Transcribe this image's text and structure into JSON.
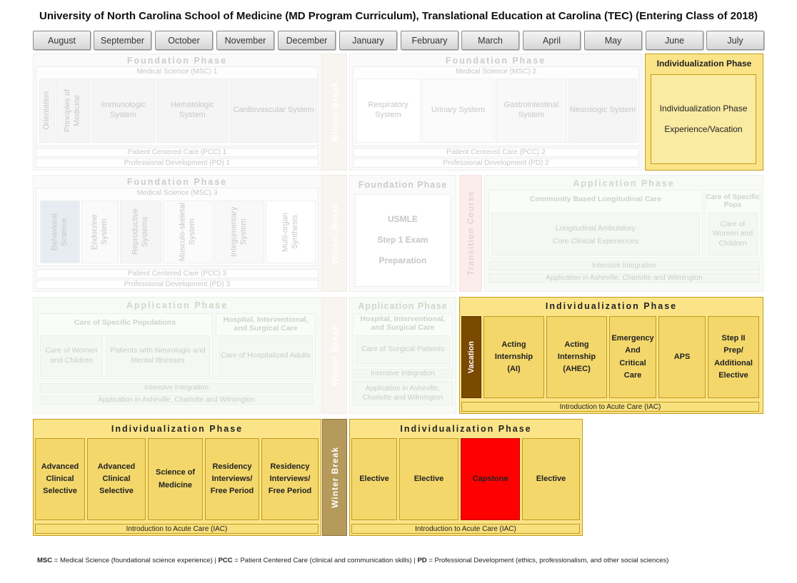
{
  "title": "University of North Carolina School of Medicine (MD Program Curriculum), Translational Education at Carolina (TEC) (Entering Class of 2018)",
  "months": [
    "August",
    "September",
    "October",
    "November",
    "December",
    "January",
    "February",
    "March",
    "April",
    "May",
    "June",
    "July"
  ],
  "row1": {
    "left": {
      "phase": "Foundation Phase",
      "msc": "Medical Science (MSC) 1",
      "blocks": [
        "Orientation",
        "Principles of Medicine",
        "Immunologic System",
        "Hematologic System",
        "Cardiovascular System"
      ],
      "pcc": "Patient Centered Care (PCC) 1",
      "pd": "Professional Development (PD) 1"
    },
    "break": "Winter Break",
    "right": {
      "phase": "Foundation Phase",
      "msc": "Medical Science (MSC) 2",
      "blocks": [
        "Respiratory System",
        "Urinary System",
        "Gastrointestinal System",
        "Neurologic System"
      ],
      "pcc": "Patient Centered Care (PCC) 2",
      "pd": "Professional Development (PD) 2"
    },
    "indiv": {
      "phase": "Individualization Phase",
      "line1": "Individualization Phase",
      "line2": "Experience/Vacation"
    }
  },
  "row2": {
    "left": {
      "phase": "Foundation Phase",
      "msc": "Medical Science (MSC) 3",
      "blocks": [
        "Behavioral Science",
        "Endocrine System",
        "Reproductive Systems",
        "Musculo-skeletal System",
        "Integumentary System",
        "Multi-organ Synthesis"
      ],
      "pcc": "Patient Centered Care (PCC) 3",
      "pd": "Professional Development (PD) 3"
    },
    "break": "Winter Break",
    "usmle": {
      "phase": "Foundation Phase",
      "l1": "USMLE",
      "l2": "Step 1 Exam",
      "l3": "Preparation"
    },
    "transition": "Transition Course",
    "app": {
      "phase": "Application Phase",
      "clc": "Community Based Longitudinal Care",
      "lac1": "Longitudinal Ambulatory",
      "lac2": "Core Clinical Experiences",
      "intensive": "Intensive Integration",
      "asheville": "Application in Asheville, Charlotte and Wilmington",
      "cosp_h": "Care of Specific Pops",
      "cosp_b": "Care of Women and Children"
    }
  },
  "row3": {
    "left": {
      "phase": "Application Phase",
      "cosp": "Care of Specific Populations",
      "women": "Care of Women and Children",
      "neuro": "Patients with Neurologic and Mental Illnesses",
      "hisc": "Hospital, Interventional, and Surgical Care",
      "adults": "Care of Hospitalized Adults",
      "intensive": "Intensive Integration",
      "asheville": "Application in Asheville, Charlotte and Wilmington"
    },
    "break": "Winter Break",
    "mid": {
      "phase": "Application Phase",
      "hisc": "Hospital, Interventional, and Surgical Care",
      "surg": "Care of Surgical Patients",
      "intensive": "Intensive Integration",
      "asheville": "Application in Asheville, Charlotte and Wilmington"
    },
    "indiv": {
      "phase": "Individualization Phase",
      "vacation": "Vacation",
      "blocks": [
        "Acting Internship (AI)",
        "Acting Internship (AHEC)",
        "Emergency And Critical Care",
        "APS",
        "Step II Prep/ Additional Elective"
      ],
      "iac": "Introduction to Acute Care (IAC)"
    }
  },
  "row4": {
    "left": {
      "phase": "Individualization Phase",
      "blocks": [
        "Advanced Clinical Selective",
        "Advanced Clinical Selective",
        "Science of Medicine",
        "Residency Interviews/ Free Period",
        "Residency Interviews/ Free Period"
      ],
      "iac": "Introduction to Acute Care (IAC)"
    },
    "break": "Winter Break",
    "right": {
      "phase": "Individualization Phase",
      "blocks": [
        "Elective",
        "Elective",
        "Capstone",
        "Elective"
      ],
      "iac": "Introduction to Acute Care (IAC)"
    }
  },
  "legend": {
    "msc_abbr": "MSC",
    "msc_def": "= Medical Science (foundational science experience)",
    "sep1": "|",
    "pcc_abbr": "PCC",
    "pcc_def": "= Patient Centered Care (clinical and communication skills)",
    "sep2": "|",
    "pd_abbr": "PD",
    "pd_def": "= Professional Development (ethics, professionalism, and other social sciences)"
  },
  "colors": {
    "individualization_fill": "#fbe488",
    "individualization_block": "#f3d76b",
    "capstone": "#ff0000",
    "vacation": "#7a4a00",
    "winter_break_active": "#b59a5c"
  }
}
